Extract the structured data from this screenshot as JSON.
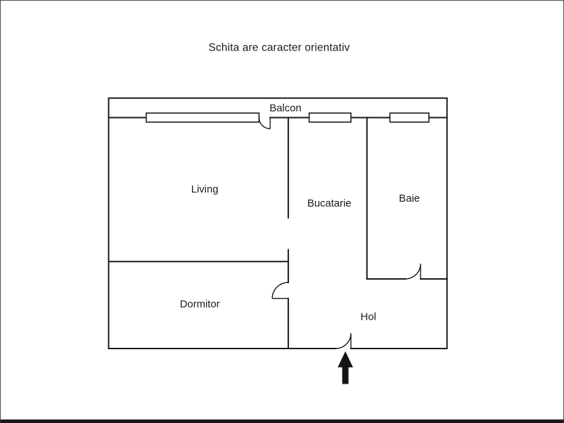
{
  "title": "Schita are caracter orientativ",
  "rooms": {
    "balcon": "Balcon",
    "living": "Living",
    "bucatarie": "Bucatarie",
    "baie": "Baie",
    "dormitor": "Dormitor",
    "hol": "Hol"
  },
  "colors": {
    "wall": "#1a1a1a",
    "text": "#1a1a1a",
    "background": "#ffffff",
    "frame": "#4f4f4f",
    "arrow": "#141414"
  }
}
